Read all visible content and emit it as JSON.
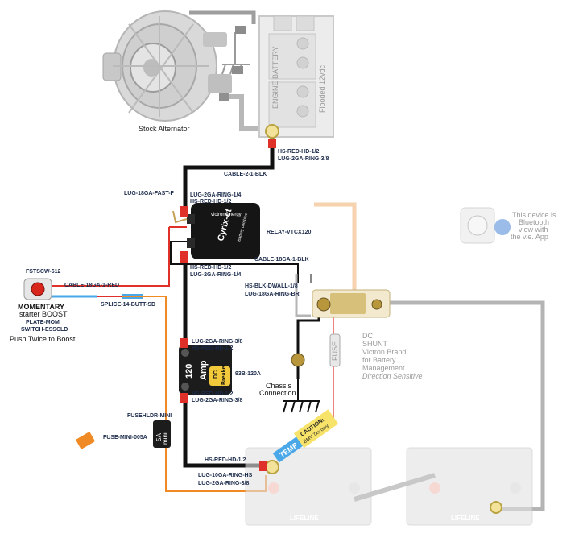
{
  "alternator": {
    "label": "Stock Alternator"
  },
  "engine_battery": {
    "side_label": "ENGINE BATTERY",
    "type_label": "Flooded 12vdc"
  },
  "labels": {
    "hs_red_hd_top": "HS-RED-HD-1/2",
    "lug_2ga_ring_top": "LUG-2GA-RING-3/8",
    "cable_2_blk": "CABLE-2-1-BLK",
    "lug_18ga_fast": "LUG-18GA-FAST-F",
    "lug_2ga_ring_relay_in": "LUG-2GA-RING-1/4",
    "hs_red_hd_relay_in": "HS-RED-HD-1/2",
    "relay": "RELAY-VTCX120",
    "cable_18ga_blk": "CABLE-18GA-1-BLK",
    "hs_red_hd_relay_out": "HS-RED-HD-1/2",
    "lug_2ga_ring_relay_out": "LUG-2GA-RING-1/4",
    "hs_blk_dwall": "HS-BLK-DWALL-1/8",
    "lug_18ga_ring_br": "LUG-18GA-RING-BR",
    "fstscw": "FSTSCW-612",
    "cable_18ga_red": "CABLE-18GA-1-RED",
    "momentary": "MOMENTARY",
    "starter_boost": "starter BOOST",
    "plate_mom": "PLATE-MOM",
    "switch_essceld": "SWITCH-ESSCLD",
    "push_twice": "Push Twice to Boost",
    "splice": "SPLICE-14-BUTT-SD",
    "lug_2ga_ring_breaker_in": "LUG-2GA-RING-3/8",
    "hs_red_hd_breaker_in": "HS-RED-HD-1/2",
    "breaker_part": "93B-120A",
    "hs_red_hd_breaker_out": "HS-RED-HD-1/2",
    "lug_2ga_ring_breaker_out": "LUG-2GA-RING-3/8",
    "fuseholder": "FUSEHLDR-MINI",
    "fuse_mini": "FUSE-MINI-005A",
    "hs_red_hd_bottom": "HS-RED-HD-1/2",
    "lug_10ga_ring": "LUG-10GA-RING-HS",
    "lug_2ga_ring_bottom": "LUG-2GA-RING-3/8",
    "chassis_line1": "Chassis",
    "chassis_line2": "Connection"
  },
  "relay_device": {
    "brand": "victron energy",
    "name": "Cyrix-ct",
    "sub": "Battery combiner"
  },
  "breaker_device": {
    "rating": "120",
    "unit": "Amp",
    "dc": "DC",
    "type": "Breaker"
  },
  "fuse_holder_device": {
    "value": "5A",
    "type": "mini"
  },
  "shunt": {
    "line1": "DC",
    "line2": "SHUNT",
    "line3": "Victron Brand",
    "line4": "for Battery",
    "line5": "Management",
    "line6": "Direction Sensitive",
    "fuse_text": "FUSE"
  },
  "bluetooth": {
    "line1": "This device is",
    "line2": "Bluetooth",
    "line3": "view with",
    "line4": "the v.e. App"
  },
  "battery_tags": {
    "temp": "TEMP",
    "caution_line1": "CAUTION:",
    "caution_line2": "BMV 7xx only",
    "brand": "LIFELINE"
  },
  "colors": {
    "cable_black": "#111111",
    "cable_red": "#e0302a",
    "cable_orange": "#f08a24",
    "cable_blue": "#4aa8e8",
    "cable_gray": "#b4b4b4",
    "cable_peach": "#f6d2ae"
  }
}
